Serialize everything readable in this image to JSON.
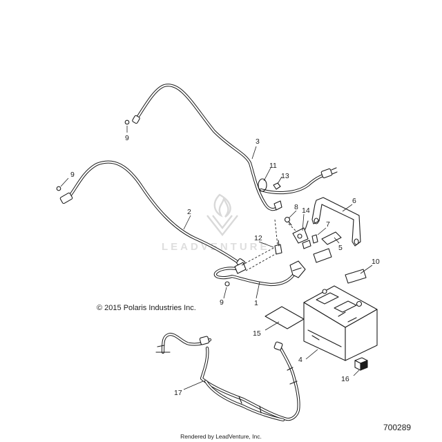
{
  "watermark": {
    "brand": "LEADVENTURE"
  },
  "copyright": "© 2015 Polaris Industries Inc.",
  "diagram_number": "700289",
  "rendered_by": "Rendered by LeadVenture, Inc.",
  "callouts": {
    "c1": "1",
    "c2": "2",
    "c3": "3",
    "c4": "4",
    "c5": "5",
    "c6": "6",
    "c7": "7",
    "c8": "8",
    "c9a": "9",
    "c9b": "9",
    "c9c": "9",
    "c10": "10",
    "c11": "11",
    "c12": "12",
    "c13": "13",
    "c14": "14",
    "c15": "15",
    "c16": "16",
    "c17": "17"
  }
}
